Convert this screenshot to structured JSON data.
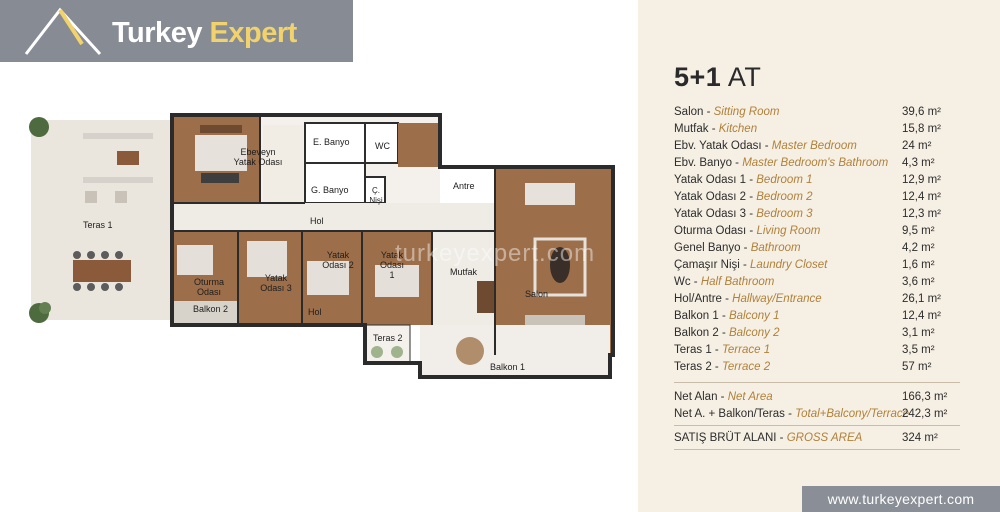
{
  "logo": {
    "word1": "Turkey",
    "word2": "Expert",
    "bg_color": "#878c94",
    "accent_color": "#f2d36b"
  },
  "plan": {
    "watermark": "turkeyexpert.com",
    "labels": {
      "teras1": "Teras 1",
      "ebeveyn": "Ebeveyn Yatak Odası",
      "ebanyo": "E. Banyo",
      "wc": "WC",
      "gbanyo": "G. Banyo",
      "cnisi": "Ç. Nişi",
      "antre": "Antre",
      "hol1": "Hol",
      "oturma": "Oturma Odası",
      "balkon2": "Balkon 2",
      "yatak3": "Yatak Odası 3",
      "yatak2": "Yatak Odası 2",
      "yatak1": "Yatak Odası 1",
      "hol2": "Hol",
      "mutfak": "Mutfak",
      "salon": "Salon",
      "teras2": "Teras 2",
      "balkon1": "Balkon 1"
    }
  },
  "panel": {
    "bg_color": "#f6efe4",
    "title_bold": "5+1",
    "title_rest": " AT",
    "rooms": [
      {
        "tr": "Salon - ",
        "en": "Sitting Room",
        "area": "39,6 m²"
      },
      {
        "tr": "Mutfak - ",
        "en": "Kitchen",
        "area": "15,8 m²"
      },
      {
        "tr": "Ebv. Yatak Odası - ",
        "en": "Master Bedroom",
        "area": "24 m²"
      },
      {
        "tr": "Ebv. Banyo - ",
        "en": "Master Bedroom's Bathroom",
        "area": "4,3 m²"
      },
      {
        "tr": "Yatak Odası 1 - ",
        "en": "Bedroom 1",
        "area": "12,9 m²"
      },
      {
        "tr": "Yatak Odası 2 - ",
        "en": "Bedroom 2",
        "area": "12,4 m²"
      },
      {
        "tr": "Yatak Odası 3 - ",
        "en": "Bedroom 3",
        "area": "12,3 m²"
      },
      {
        "tr": "Oturma Odası - ",
        "en": "Living Room",
        "area": "9,5 m²"
      },
      {
        "tr": "Genel Banyo - ",
        "en": "Bathroom",
        "area": "4,2 m²"
      },
      {
        "tr": "Çamaşır Nişi - ",
        "en": "Laundry Closet",
        "area": "1,6 m²"
      },
      {
        "tr": "Wc - ",
        "en": "Half Bathroom",
        "area": "3,6 m²"
      },
      {
        "tr": "Hol/Antre - ",
        "en": "Hallway/Entrance",
        "area": "26,1 m²"
      },
      {
        "tr": "Balkon 1 - ",
        "en": "Balcony 1",
        "area": "12,4 m²"
      },
      {
        "tr": "Balkon 2 - ",
        "en": "Balcony 2",
        "area": "3,1 m²"
      },
      {
        "tr": "Teras 1 - ",
        "en": "Terrace 1",
        "area": "3,5 m²"
      },
      {
        "tr": "Teras 2 - ",
        "en": "Terrace  2",
        "area": "57 m²"
      }
    ],
    "totals": [
      {
        "tr": "Net Alan - ",
        "en": "Net Area",
        "area": "166,3 m²"
      },
      {
        "tr": "Net A. + Balkon/Teras - ",
        "en": "Total+Balcony/Terrace",
        "area": "242,3 m²"
      }
    ],
    "gross": {
      "tr": "SATIŞ BRÜT ALANI - ",
      "en": "GROSS AREA",
      "area": "324 m²"
    }
  },
  "footer": {
    "url": "www.turkeyexpert.com"
  }
}
